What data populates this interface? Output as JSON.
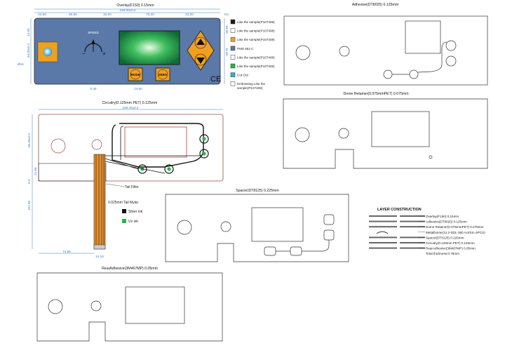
{
  "overlay": {
    "title": "Overlay(F150) 0.15mm",
    "dims_top": [
      "24.50",
      "50.50",
      "33.00",
      "73.00",
      "23.00"
    ],
    "dim_total": "229.00±0.2",
    "dim_r": "R4",
    "dim_right": [
      "19.00",
      "11.00"
    ],
    "dim_left": [
      "12.00",
      "54.00±0.2"
    ],
    "dim_phi": "Ø16",
    "dim_bottom": [
      "0.30",
      "14.00"
    ],
    "speed_label": "SPEED",
    "plus": "+",
    "minus": "−",
    "mode_label": "MODE",
    "zero_label": "ZERO",
    "ce_mark": "CE"
  },
  "legend": [
    {
      "label": "Like the sample(P107408)",
      "color": "#1a1a1a"
    },
    {
      "label": "Like the sample(P107408)",
      "color": "#ffffff"
    },
    {
      "label": "Like the sample(P107408)",
      "color": "#f0a020"
    },
    {
      "label": "PMS 652 C",
      "color": "#5a78a8"
    },
    {
      "label": "Like the sample(P107408)",
      "color": "#ffffff"
    },
    {
      "label": "Like the sample(P107408)",
      "color": "#2db34a"
    },
    {
      "label": "Cut Out",
      "color": "#3fa9d8"
    },
    {
      "label": "Embossing Like the",
      "label2": "sample(P107408)",
      "color": "#ffffff"
    }
  ],
  "adhesive": {
    "title": "Adhesive(DT8025) 0.125mm"
  },
  "dome": {
    "title": "Dome Retainer(0.075mmPET) 0.075mm"
  },
  "circuitry": {
    "title": "Circuitry(0.125mm PET) 0.125mm",
    "dim_total": "229.40±0.2",
    "dim_left": [
      "55.40±0.2",
      "21.65",
      "0.4",
      "101.50"
    ],
    "dim_bottom": [
      "74.86",
      "14.16"
    ],
    "tail_filler": "Tail Filler",
    "tail_mylar": "0.025mm Tail Mylar",
    "silver_ink": "Silver ink",
    "uv_ink": "Uv ink"
  },
  "spacer": {
    "title": "Spacer(DT8125) 0.225mm"
  },
  "rear": {
    "title": "RearAdhesive(3M467MP) 0.05mm"
  },
  "layers": {
    "title": "LAYER CONSTRUCTION",
    "items": [
      "Overlay(F150) 0.15mm",
      "Adhesive(DT8025) 0.125mm",
      "Dome Retainer(0.075mmPET) 0.075mm",
      "MetalDome(12.2-SDL-350 AU/SS=4PCS)",
      "Spacer(DT8125) 0.225mm",
      "Circuitry(0.125mm PET) 0.125mm",
      "RearAdhesive(3M467MP) 0.05mm",
      "Total thickness:0.75mm"
    ]
  }
}
